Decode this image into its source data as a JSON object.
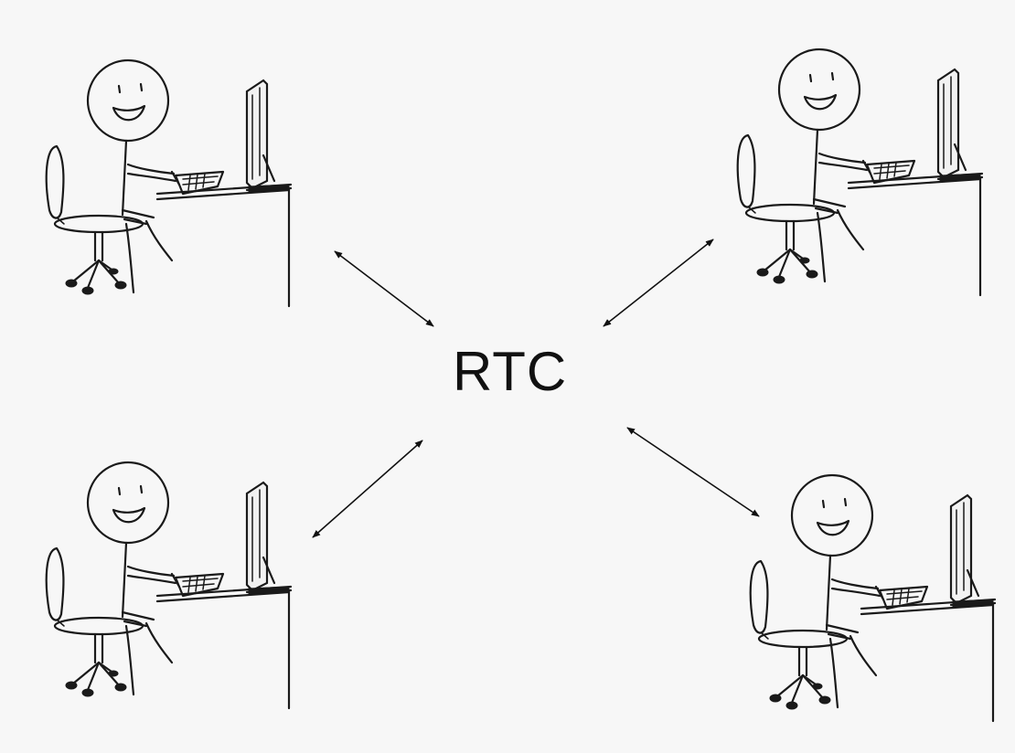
{
  "diagram": {
    "center_label": "RTC",
    "nodes": [
      {
        "id": "user-top-left",
        "icon": "person-at-computer-icon"
      },
      {
        "id": "user-top-right",
        "icon": "person-at-computer-icon"
      },
      {
        "id": "user-bottom-left",
        "icon": "person-at-computer-icon"
      },
      {
        "id": "user-bottom-right",
        "icon": "person-at-computer-icon"
      }
    ],
    "edges": [
      {
        "from": "user-top-left",
        "to": "RTC",
        "direction": "bidirectional"
      },
      {
        "from": "user-top-right",
        "to": "RTC",
        "direction": "bidirectional"
      },
      {
        "from": "user-bottom-left",
        "to": "RTC",
        "direction": "bidirectional"
      },
      {
        "from": "user-bottom-right",
        "to": "RTC",
        "direction": "bidirectional"
      }
    ],
    "colors": {
      "background": "#f7f7f7",
      "ink": "#1a1a1a"
    }
  }
}
